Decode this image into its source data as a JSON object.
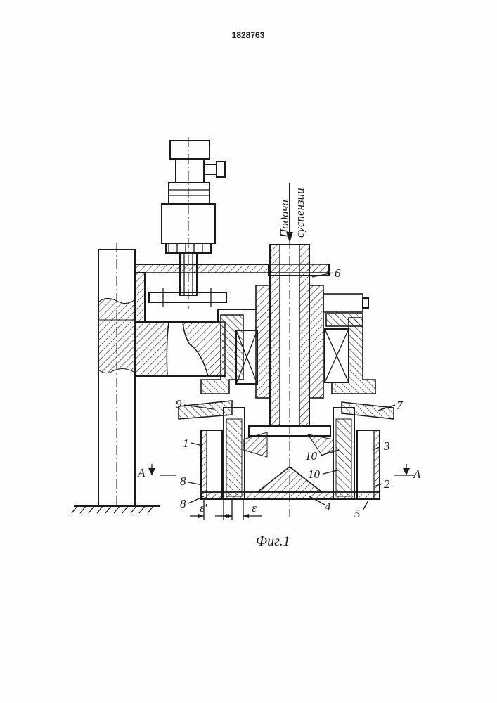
{
  "patent_number": "1828763",
  "figure_caption": "Фиг.1",
  "feed_label_line1": "Подача",
  "feed_label_line2": "суспензии",
  "section_label": "А",
  "gap_labels": {
    "left": "ε'",
    "right": "ε"
  },
  "part_labels": {
    "p1": "1",
    "p2": "2",
    "p3": "3",
    "p4": "4",
    "p5": "5",
    "p6": "6",
    "p7": "7",
    "p8a": "8",
    "p8b": "8",
    "p9": "9",
    "p10a": "10",
    "p10b": "10"
  }
}
